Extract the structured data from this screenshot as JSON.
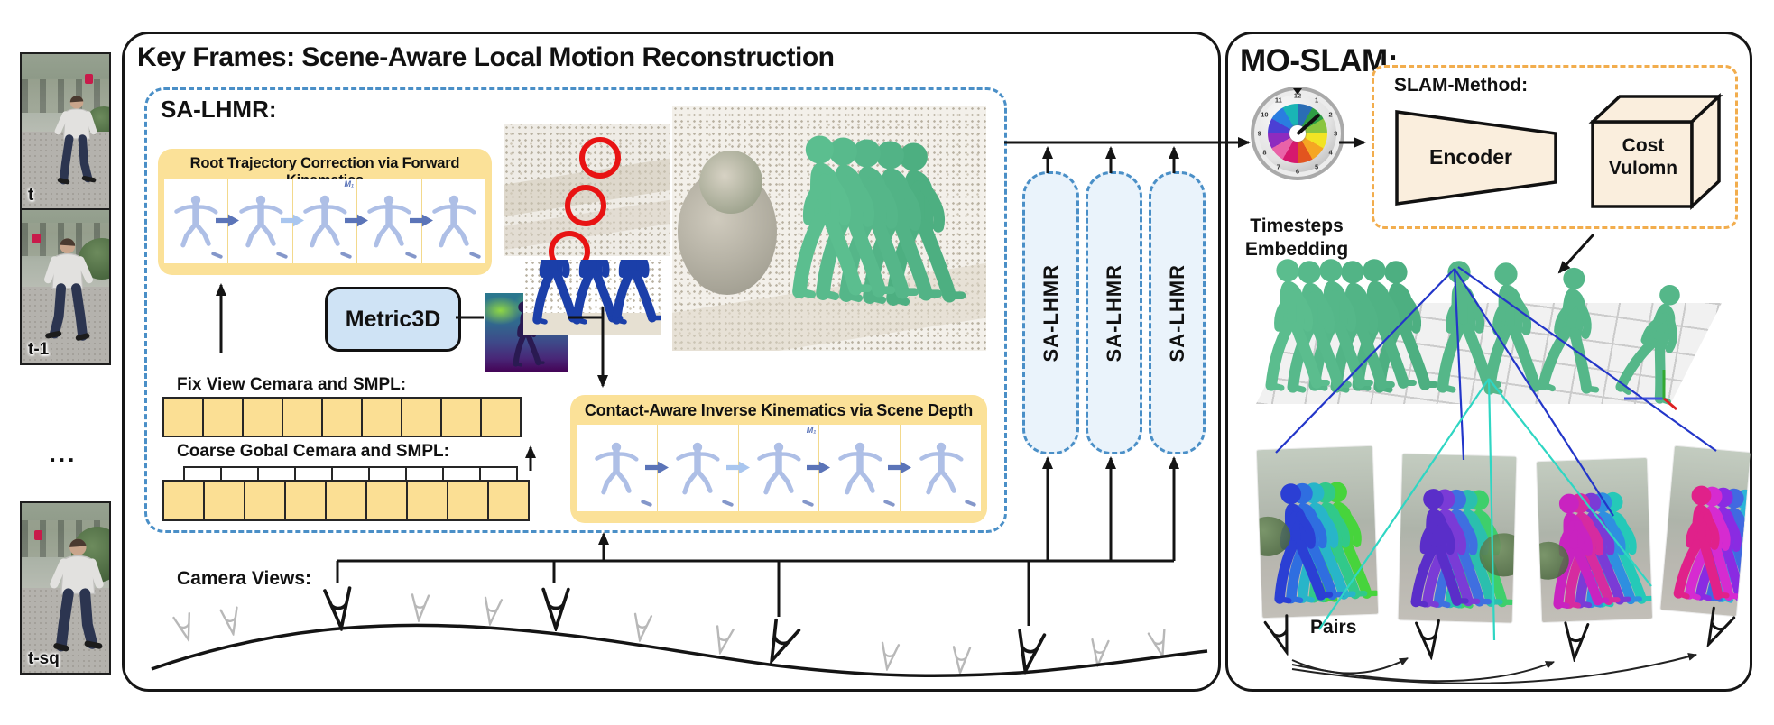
{
  "left_strip": {
    "frames": [
      {
        "label": "t"
      },
      {
        "label": "t-1"
      }
    ],
    "ellipsis": "...",
    "last_frame": {
      "label": "t-sq"
    }
  },
  "keyframes_panel": {
    "title": "Key Frames: Scene-Aware Local Motion Reconstruction",
    "sa_lhmr_block": {
      "label": "SA-LHMR:",
      "root_module": {
        "title": "Root Trajectory Correction via Forward Kinematics",
        "annotation": "M₁"
      },
      "metric3d": {
        "label": "Metric3D"
      },
      "fix_view": {
        "label": "Fix View Cemara and SMPL:",
        "num_boxes": 9
      },
      "coarse_global": {
        "label": "Coarse Gobal Cemara and SMPL:",
        "num_boxes": 9
      },
      "contact_module": {
        "title": "Contact-Aware Inverse Kinematics via Scene Depth",
        "annotation": "M₁"
      }
    },
    "sa_lhmr_pills": [
      {
        "label": "SA-LHMR"
      },
      {
        "label": "SA-LHMR"
      },
      {
        "label": "SA-LHMR"
      }
    ],
    "camera_views": {
      "label": "Camera Views:"
    }
  },
  "moslam_panel": {
    "title": "MO-SLAM:",
    "timesteps": {
      "label_line1": "Timesteps",
      "label_line2": "Embedding",
      "clock_numbers": [
        "12",
        "1",
        "2",
        "3",
        "4",
        "5",
        "6",
        "7",
        "8",
        "9",
        "10",
        "11"
      ]
    },
    "slam_method": {
      "title": "SLAM-Method:",
      "encoder_label": "Encoder",
      "cost_volume_line1": "Cost",
      "cost_volume_line2": "Vulomn"
    },
    "pairs_label": "Pairs",
    "photos": [
      {
        "palette": [
          "#2b3fd4",
          "#2f6ee0",
          "#28b5c9",
          "#31c98a",
          "#47d43c"
        ]
      },
      {
        "palette": [
          "#5a2ec9",
          "#7a3bd6",
          "#3f6fe0",
          "#2bbfae",
          "#3ecf6b"
        ]
      },
      {
        "palette": [
          "#c923c0",
          "#d62ba0",
          "#7a3bd6",
          "#2f8fe0",
          "#25c9b8"
        ]
      },
      {
        "palette": [
          "#e0218a",
          "#d62bd0",
          "#8a2be2",
          "#4169e1",
          "#2bb5d8"
        ]
      }
    ]
  },
  "colors": {
    "dashed_outline_blue": "#4a8fc7",
    "module_yellow": "#fbe198",
    "cell_yellow": "#fbdf94",
    "pill_fill": "#eaf3fb",
    "metric3d_fill": "#cfe3f5",
    "slam_dashed_orange": "#f2ad4d",
    "cream_fill": "#faeedd",
    "smpl_blue": "#aebfe6",
    "mesh_green": "#56b98b",
    "depth_marker_red": "#e81313"
  }
}
